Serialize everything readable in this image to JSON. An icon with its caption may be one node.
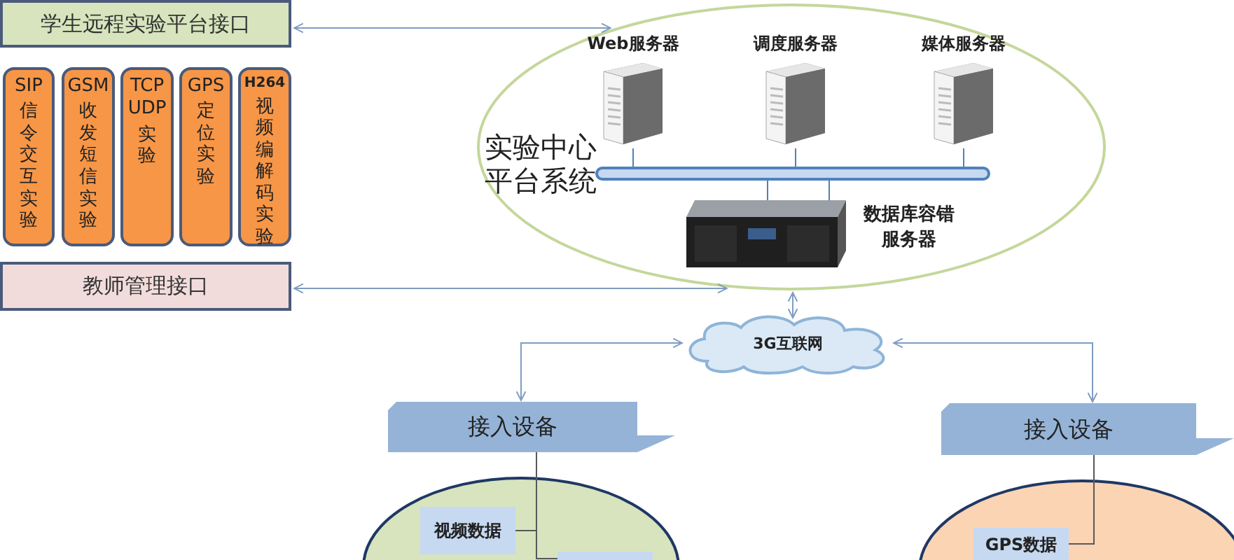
{
  "diagram": {
    "nodes": [
      {
        "text": [
          "学生远程实验平台接口"
        ]
      },
      {
        "text": [
          "SIP",
          "信令交互实验"
        ]
      },
      {
        "text": [
          "GSM",
          "收发短信实验"
        ]
      },
      {
        "text": [
          "TCP UDP",
          "实验"
        ]
      },
      {
        "text": [
          "GPS",
          "定位实验"
        ]
      },
      {
        "text": [
          "H264",
          "视频编解码实验"
        ]
      },
      {
        "text": [
          "教师管理接口"
        ]
      },
      {
        "text": [
          "实验中心平台系统"
        ]
      },
      {
        "text": [
          "Web服务器"
        ],
        "in": 7
      },
      {
        "text": [
          "调度服务器"
        ],
        "in": 7
      },
      {
        "text": [
          "媒体服务器"
        ],
        "in": 7
      },
      {
        "text": [],
        "shape": "bar",
        "in": 7
      },
      {
        "text": [
          "数据库容错服务器"
        ],
        "in": 7
      },
      {
        "text": [
          "3G互联网"
        ]
      },
      {
        "text": [
          "接入设备"
        ]
      },
      {
        "text": [
          "接入设备"
        ]
      },
      {
        "text": [],
        "shape": "ellipse"
      },
      {
        "text": [
          "视频数据"
        ],
        "in": 16
      },
      {
        "text": [],
        "shape": "box",
        "in": 16
      },
      {
        "text": [],
        "shape": "ellipse"
      },
      {
        "text": [
          "GPS数据"
        ],
        "in": 19
      }
    ],
    "edges": [
      {
        "from": 0,
        "to": 7,
        "arrow": "both"
      },
      {
        "from": 6,
        "to": 7,
        "arrow": "both"
      },
      {
        "from": 7,
        "to": 13,
        "arrow": "both"
      },
      {
        "from": 13,
        "to": 14,
        "arrow": "both"
      },
      {
        "from": 13,
        "to": 15,
        "arrow": "both"
      },
      {
        "from": 8,
        "to": 11,
        "arrow": "none",
        "color": "#4f81bd"
      },
      {
        "from": 9,
        "to": 11,
        "arrow": "none",
        "color": "#4f81bd"
      },
      {
        "from": 10,
        "to": 11,
        "arrow": "none",
        "color": "#4f81bd"
      },
      {
        "from": 11,
        "to": 12,
        "arrow": "none",
        "color": "#4f81bd"
      },
      {
        "from": 11,
        "to": 12,
        "arrow": "none",
        "color": "#4f81bd"
      },
      {
        "from": 14,
        "to": 17,
        "arrow": "none",
        "color": "#595959"
      },
      {
        "from": 14,
        "to": 18,
        "arrow": "none",
        "color": "#595959"
      },
      {
        "from": 15,
        "to": 20,
        "arrow": "none",
        "color": "#595959"
      }
    ]
  }
}
